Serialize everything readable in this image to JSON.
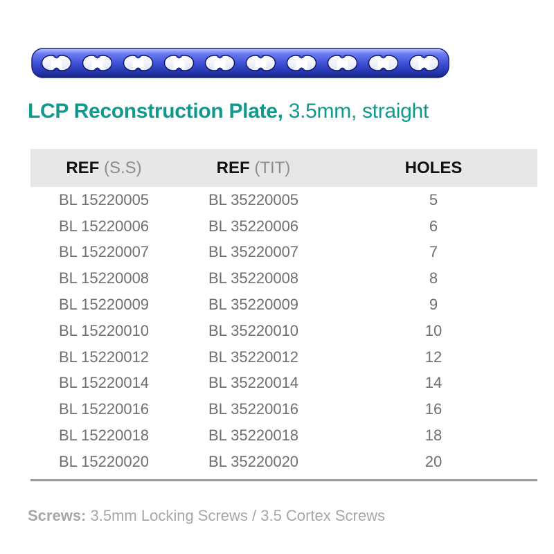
{
  "title": {
    "name_bold": "LCP Reconstruction Plate,",
    "spec": " 3.5mm, straight"
  },
  "table": {
    "headers": [
      {
        "bold": "REF",
        "light": " (S.S)"
      },
      {
        "bold": "REF",
        "light": " (TIT)"
      },
      {
        "bold": "HOLES",
        "light": ""
      }
    ],
    "rows": [
      [
        "BL 15220005",
        "BL 35220005",
        "5"
      ],
      [
        "BL 15220006",
        "BL 35220006",
        "6"
      ],
      [
        "BL 15220007",
        "BL 35220007",
        "7"
      ],
      [
        "BL 15220008",
        "BL 35220008",
        "8"
      ],
      [
        "BL 15220009",
        "BL 35220009",
        "9"
      ],
      [
        "BL 15220010",
        "BL 35220010",
        "10"
      ],
      [
        "BL 15220012",
        "BL 35220012",
        "12"
      ],
      [
        "BL 15220014",
        "BL 35220014",
        "14"
      ],
      [
        "BL 15220016",
        "BL 35220016",
        "16"
      ],
      [
        "BL 15220018",
        "BL 35220018",
        "18"
      ],
      [
        "BL 15220020",
        "BL 35220020",
        "20"
      ]
    ]
  },
  "screws": {
    "label": "Screws:",
    "text": " 3.5mm Locking Screws / 3.5 Cortex Screws"
  },
  "colors": {
    "title": "#119a8c",
    "plate": "#3c4fd6",
    "header_bg": "#e7e7e7",
    "body_text": "#6f6f6f"
  },
  "plate_image": {
    "icon": "reconstruction-plate-image",
    "holes": 10
  }
}
